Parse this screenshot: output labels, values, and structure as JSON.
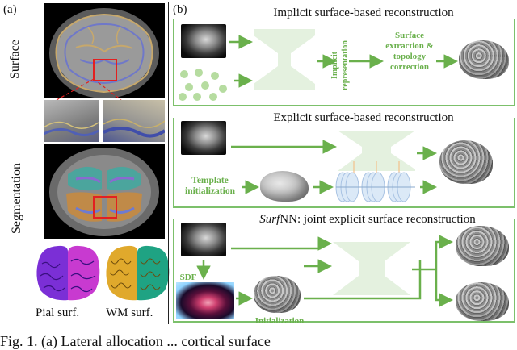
{
  "panel_a": {
    "label": "(a)",
    "surface_label": "Surface",
    "segmentation_label": "Segmentation",
    "pial_label": "Pial surf.",
    "wm_label": "WM surf."
  },
  "panel_b": {
    "label": "(b)",
    "implicit": {
      "title": "Implicit surface-based reconstruction",
      "implicit_representation": "Implicit representation",
      "surface_extraction": "Surface extraction & topology correction"
    },
    "explicit": {
      "title": "Explicit surface-based reconstruction",
      "template_init": "Template initialization"
    },
    "surfnn": {
      "title_italic": "Surf",
      "title_rest": "NN: joint explicit surface reconstruction",
      "sdf": "SDF",
      "initialization": "Initialization"
    }
  },
  "caption": {
    "text": "Fig. 1. (a) Lateral allocation ... cortical surface"
  },
  "colors": {
    "green": "#6ab04c",
    "box_border": "#7cc06b",
    "red": "#e32020",
    "purple": "#8a2be2",
    "magenta": "#c23ad6",
    "gold": "#e0a92c",
    "teal": "#1fa383"
  }
}
